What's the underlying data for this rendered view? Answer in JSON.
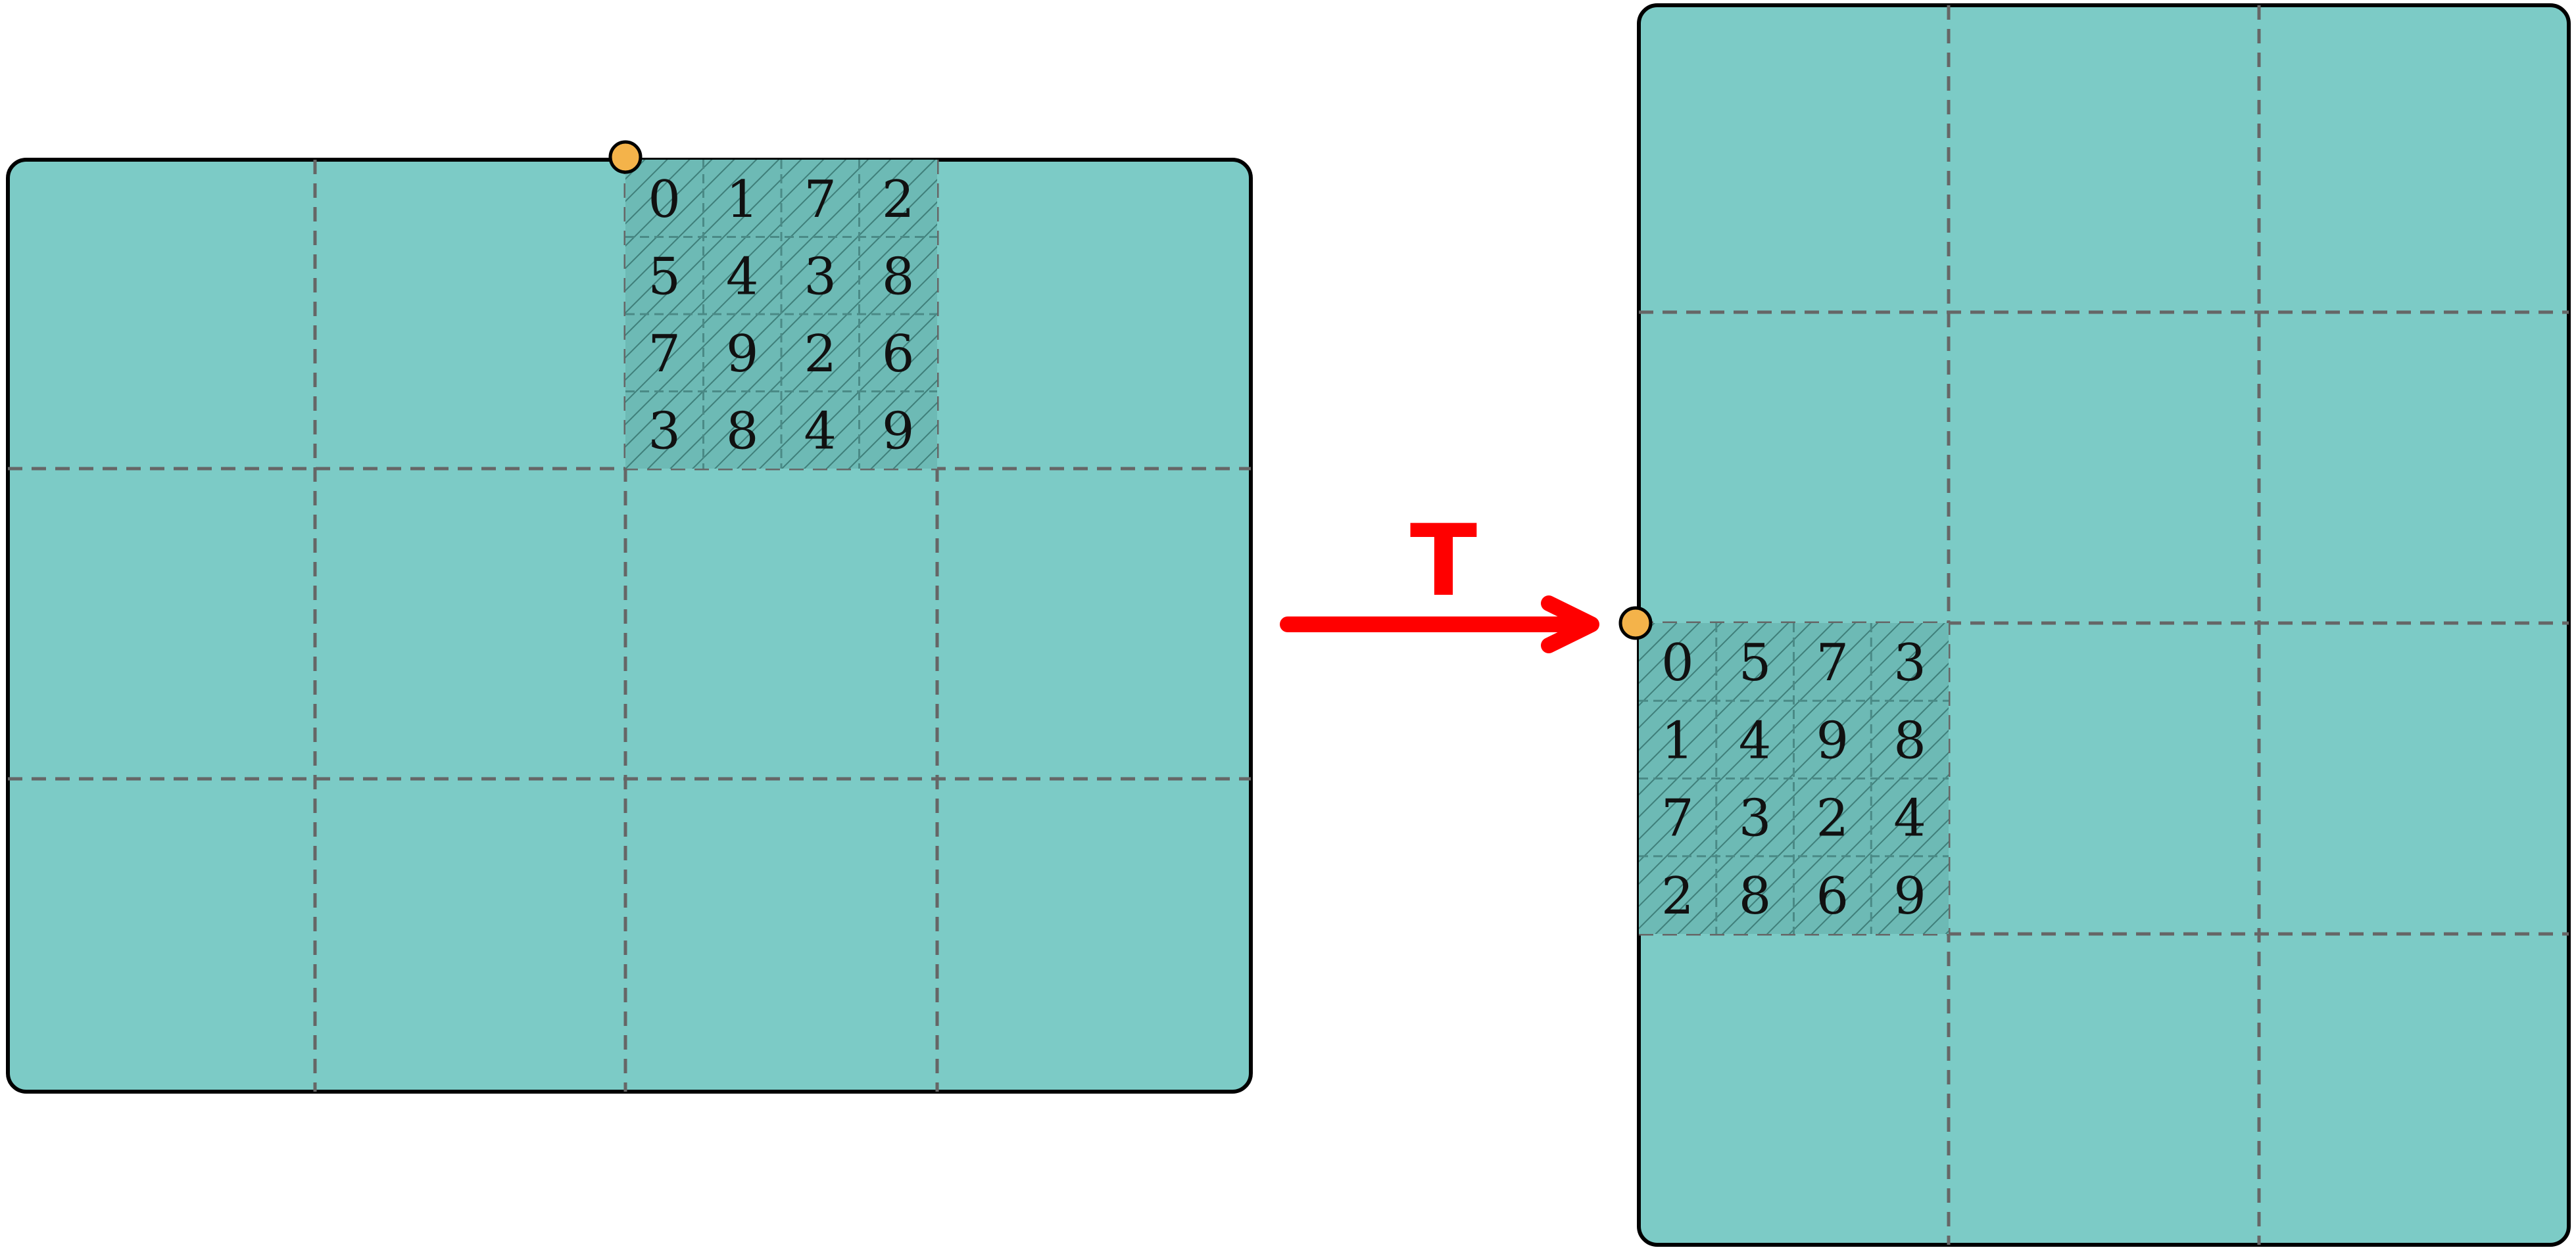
{
  "colors": {
    "panel_fill": "#7ccbc6",
    "panel_stroke": "#000000",
    "grid_dash": "#666666",
    "tile_fill": "#5faaa5",
    "hatch": "#3f7f7a",
    "anchor": "#f4b34a",
    "arrow": "#ff0000"
  },
  "operation": {
    "label": "T"
  },
  "left_panel": {
    "grid_cols": 4,
    "grid_rows": 3,
    "tile": {
      "values": [
        [
          "0",
          "1",
          "7",
          "2"
        ],
        [
          "5",
          "4",
          "3",
          "8"
        ],
        [
          "7",
          "9",
          "2",
          "6"
        ],
        [
          "3",
          "8",
          "4",
          "9"
        ]
      ]
    }
  },
  "right_panel": {
    "grid_cols": 3,
    "grid_rows": 4,
    "tile": {
      "values": [
        [
          "0",
          "5",
          "7",
          "3"
        ],
        [
          "1",
          "4",
          "9",
          "8"
        ],
        [
          "7",
          "3",
          "2",
          "4"
        ],
        [
          "2",
          "8",
          "6",
          "9"
        ]
      ]
    }
  }
}
